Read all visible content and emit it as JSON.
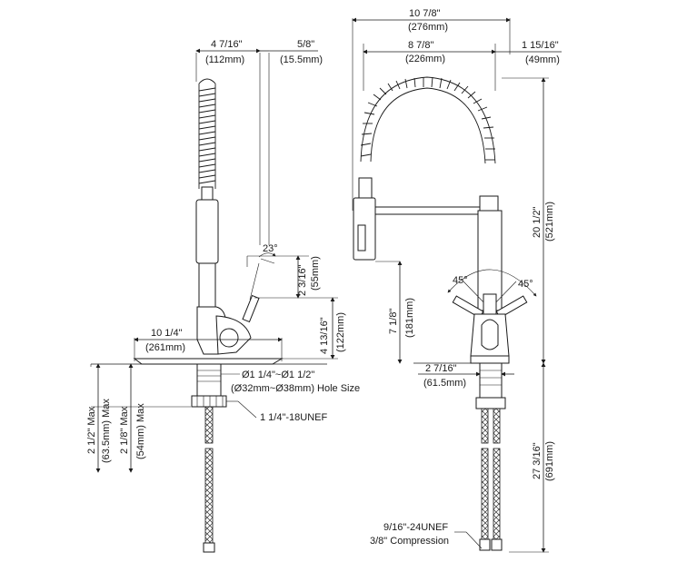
{
  "side_view": {
    "spout_offset_in": "4 7/16\"",
    "spout_offset_mm": "(112mm)",
    "sprayer_diam_in": "5/8\"",
    "sprayer_diam_mm": "(15.5mm)",
    "handle_angle": "23°",
    "handle_height_in": "2 3/16\"",
    "handle_height_mm": "(55mm)",
    "body_height_in": "4 13/16\"",
    "body_height_mm": "(122mm)",
    "plate_width_in": "10 1/4\"",
    "plate_width_mm": "(261mm)",
    "hole_size_in": "Ø1 1/4\"~Ø1 1/2\"",
    "hole_size_mm": "(Ø32mm~Ø38mm) Hole Size",
    "thread_label": "1 1/4\"-18UNEF",
    "deck_max_in": "2 1/2\" Max",
    "deck_max_mm": "(63.5mm) Max",
    "deck_max2_in": "2 1/8\" Max",
    "deck_max2_mm": "(54mm) Max"
  },
  "front_view": {
    "total_width_in": "10 7/8\"",
    "total_width_mm": "(276mm)",
    "reach_in": "8 7/8\"",
    "reach_mm": "(226mm)",
    "side_in": "1 15/16\"",
    "side_mm": "(49mm)",
    "total_height_in": "20 1/2\"",
    "total_height_mm": "(521mm)",
    "spout_height_in": "7 1/8\"",
    "spout_height_mm": "(181mm)",
    "left_angle": "45°",
    "right_angle": "45°",
    "base_diam_in": "2 7/16\"",
    "base_diam_mm": "(61.5mm)",
    "hose_length_in": "27 3/16\"",
    "hose_length_mm": "(691mm)",
    "supply_thread": "9/16\"-24UNEF",
    "compression": "3/8\" Compression"
  }
}
